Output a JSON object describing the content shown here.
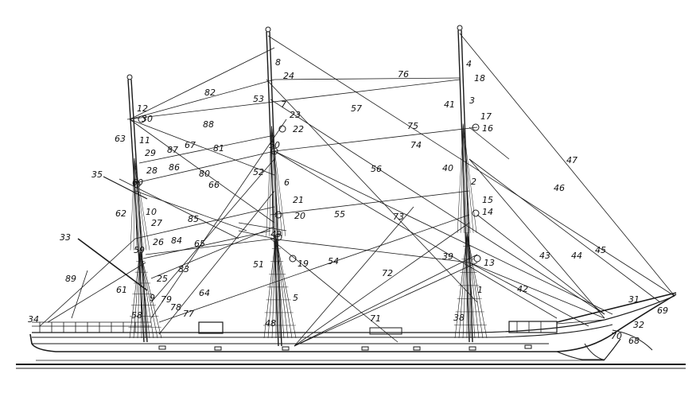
{
  "diagram": {
    "colors": {
      "ink": "#1a1a1a",
      "paper": "#ffffff"
    },
    "labels": [
      "1",
      "2",
      "3",
      "4",
      "5",
      "6",
      "7",
      "8",
      "9",
      "10",
      "11",
      "12",
      "13",
      "14",
      "15",
      "16",
      "17",
      "18",
      "19",
      "20",
      "21",
      "22",
      "23",
      "24",
      "25",
      "26",
      "27",
      "28",
      "29",
      "30",
      "31",
      "32",
      "33",
      "34",
      "35",
      "38",
      "39",
      "40",
      "41",
      "42",
      "43",
      "44",
      "45",
      "46",
      "47",
      "48",
      "49",
      "50",
      "51",
      "52",
      "53",
      "54",
      "55",
      "56",
      "57",
      "58",
      "59",
      "60",
      "61",
      "62",
      "63",
      "64",
      "65",
      "66",
      "67",
      "68",
      "69",
      "70",
      "71",
      "72",
      "73",
      "74",
      "75",
      "76",
      "77",
      "78",
      "79",
      "80",
      "81",
      "82",
      "83",
      "84",
      "85",
      "86",
      "87",
      "88",
      "89"
    ]
  }
}
